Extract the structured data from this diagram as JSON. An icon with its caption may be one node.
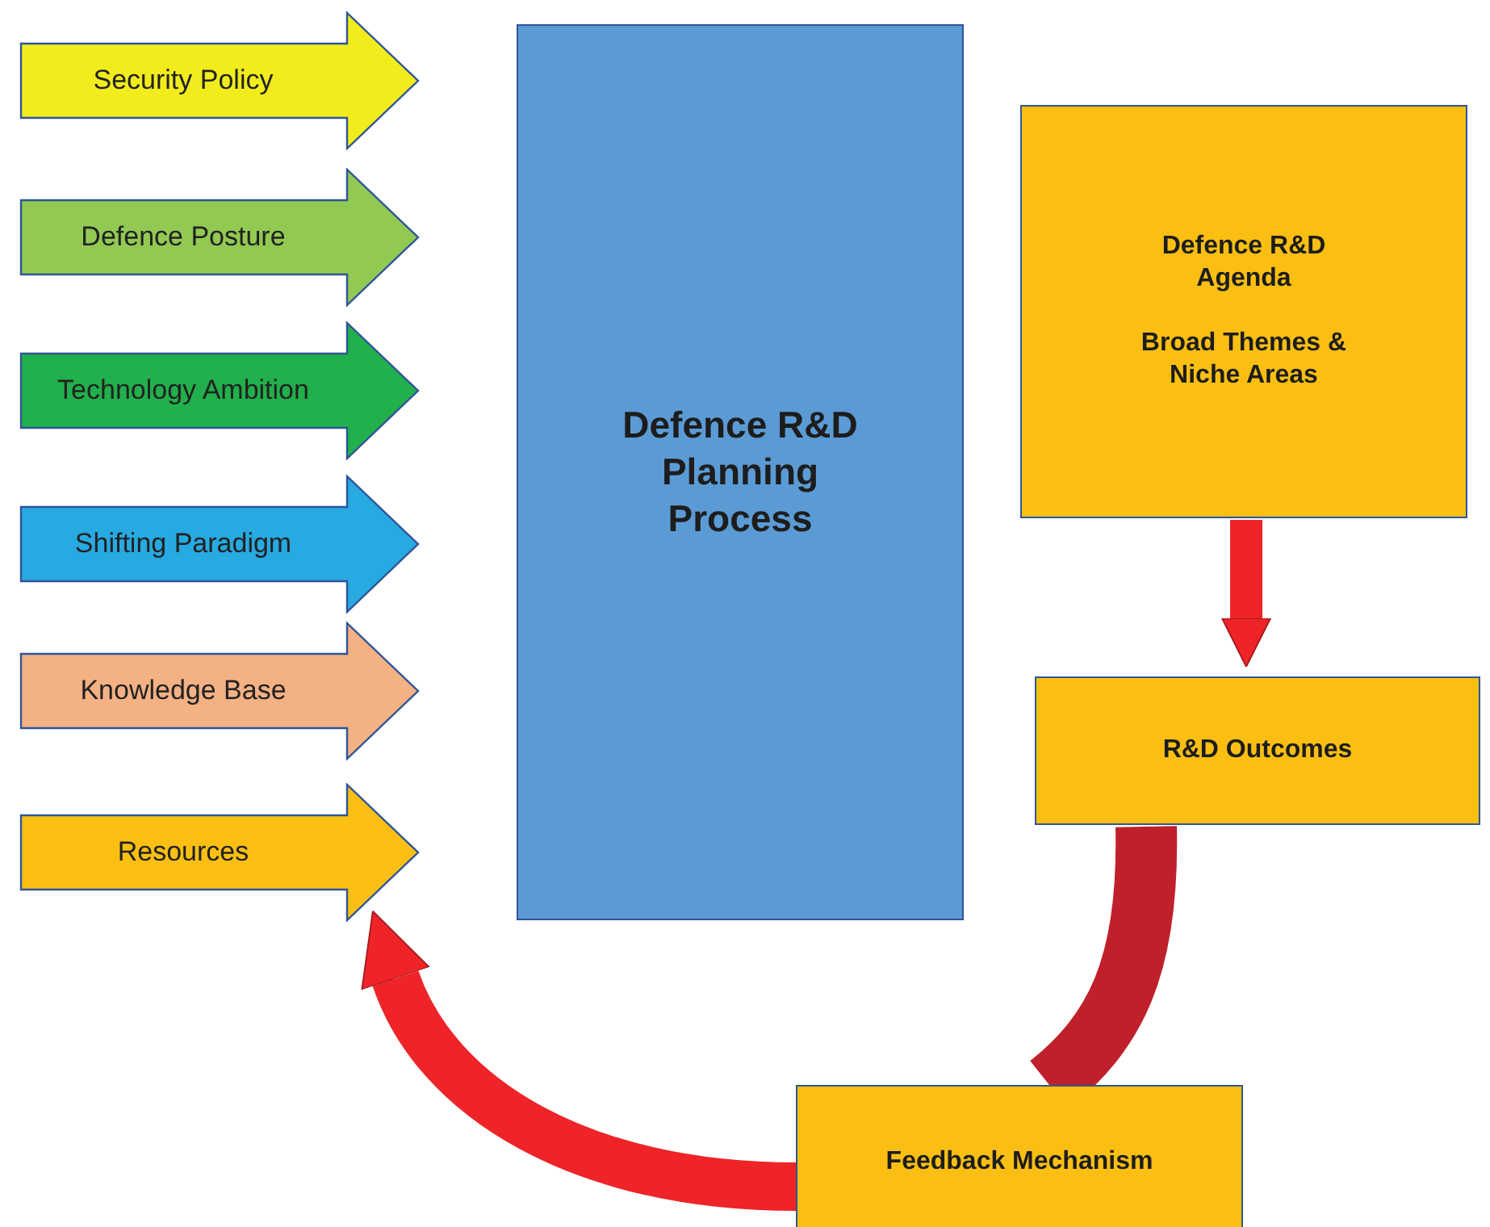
{
  "diagram": {
    "nodes": [
      {
        "text": [
          "Security Policy"
        ]
      },
      {
        "text": [
          "Defence Posture"
        ]
      },
      {
        "text": [
          "Technology Ambition"
        ]
      },
      {
        "text": [
          "Shifting Paradigm"
        ]
      },
      {
        "text": [
          "Knowledge Base"
        ]
      },
      {
        "text": [
          "Resources"
        ]
      },
      {
        "text": [
          "Defence R&D Planning Process"
        ]
      },
      {
        "text": [
          "Defence R&D Agenda",
          "Broad Themes & Niche Areas"
        ]
      },
      {
        "text": [
          "R&D Outcomes"
        ]
      },
      {
        "text": [
          "Feedback Mechanism"
        ]
      }
    ],
    "edges": [
      {
        "from": 7,
        "to": 8,
        "arrow": "to"
      },
      {
        "from": 8,
        "to": 9,
        "arrow": "none",
        "color": "#c0202a"
      },
      {
        "from": 9,
        "to": 5,
        "arrow": "to"
      }
    ]
  }
}
